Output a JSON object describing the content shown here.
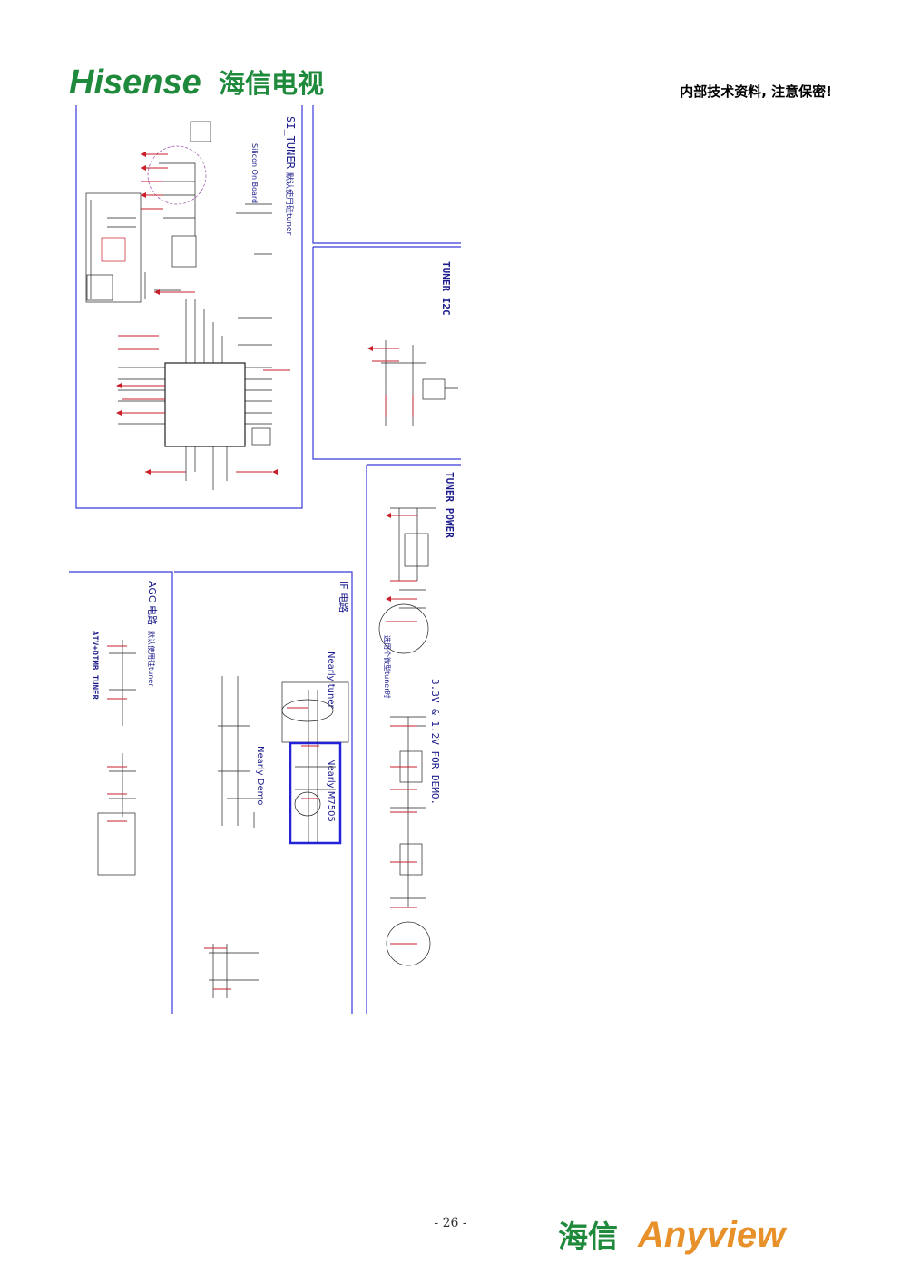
{
  "header": {
    "brand_latin": "Hisense",
    "brand_cn": "海信电视",
    "confidential_note": "内部技术资料, 注意保密!"
  },
  "schematic": {
    "labels": {
      "si_tuner": "SI_TUNER",
      "si_tuner_note": "默认使用硅tuner",
      "silicon_on_board": "Silicon On Board",
      "tuner_i2c": "TUNER I2C",
      "tuner_power": "TUNER POWER",
      "agc": "AGC 电路",
      "agc_note": "默认使用硅tuner",
      "atv_dtmb": "ATV+DTMB TUNER",
      "if_circuit": "IF 电路",
      "nearly_tuner": "Nearly tuner",
      "nearly_demo": "Nearly Demo",
      "nearly_m7505": "Nearly M7505",
      "power_33_12": "3.3V & 1.2V FOR DEMO.",
      "note_select": "选用个微型tuner时"
    }
  },
  "footer": {
    "page_number": "- 26 -",
    "brand_cn": "海信",
    "brand_latin": "Anyview"
  },
  "colors": {
    "brand_green": "#1f8a3c",
    "brand_orange": "#e8912a",
    "frame_blue": "#3a3ad8",
    "wire_red": "#c81f2b",
    "text_navy": "#1c1c8c"
  }
}
